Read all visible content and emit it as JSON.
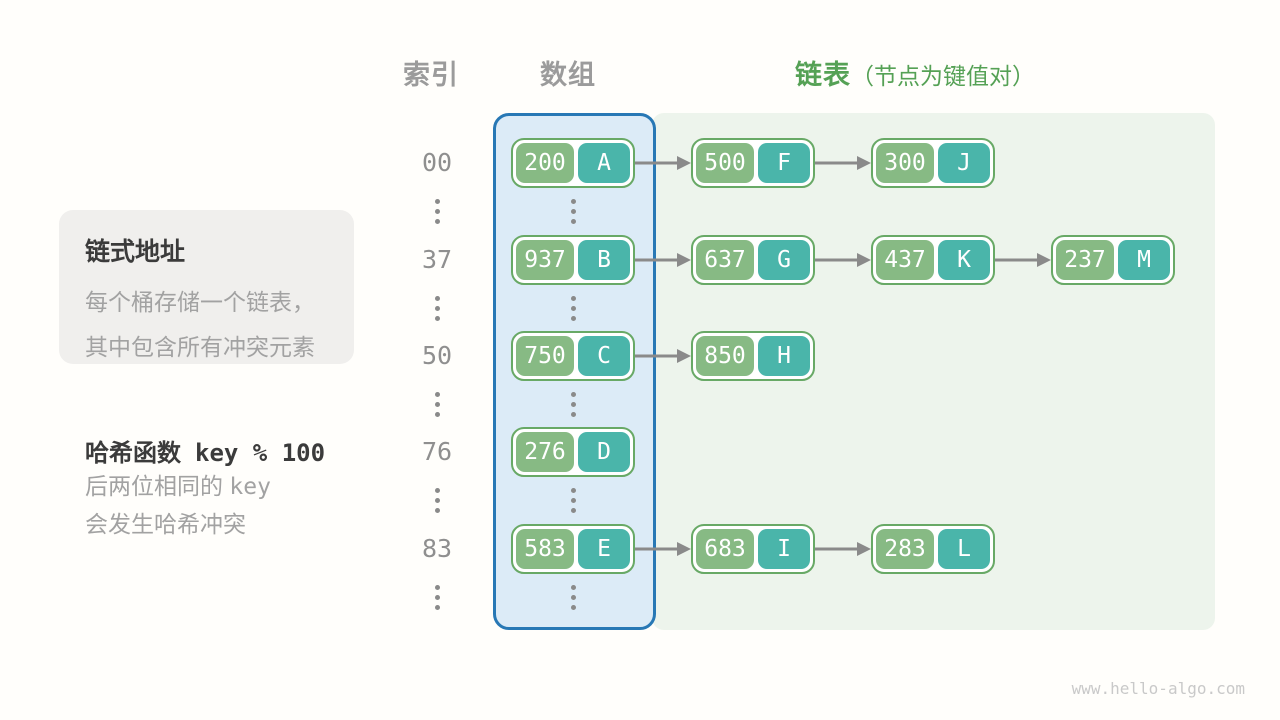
{
  "header": {
    "index_label": "索引",
    "array_label": "数组",
    "list_label": "链表",
    "list_note": "（节点为键值对）"
  },
  "info_box": {
    "title": "链式地址",
    "lines": [
      "每个桶存储一个链表，",
      "其中包含所有冲突元素"
    ]
  },
  "hash_note": {
    "title_text": "哈希函数",
    "title_code": "key % 100",
    "line1_text": "后两位相同的 ",
    "line1_code": "key",
    "line2": "会发生哈希冲突"
  },
  "rows": [
    {
      "index": "00",
      "nodes": [
        {
          "key": "200",
          "val": "A"
        },
        {
          "key": "500",
          "val": "F"
        },
        {
          "key": "300",
          "val": "J"
        }
      ]
    },
    {
      "index": "37",
      "nodes": [
        {
          "key": "937",
          "val": "B"
        },
        {
          "key": "637",
          "val": "G"
        },
        {
          "key": "437",
          "val": "K"
        },
        {
          "key": "237",
          "val": "M"
        }
      ]
    },
    {
      "index": "50",
      "nodes": [
        {
          "key": "750",
          "val": "C"
        },
        {
          "key": "850",
          "val": "H"
        }
      ]
    },
    {
      "index": "76",
      "nodes": [
        {
          "key": "276",
          "val": "D"
        }
      ]
    },
    {
      "index": "83",
      "nodes": [
        {
          "key": "583",
          "val": "E"
        },
        {
          "key": "683",
          "val": "I"
        },
        {
          "key": "283",
          "val": "L"
        }
      ]
    }
  ],
  "footer": "www.hello-algo.com",
  "colors": {
    "array_border": "#2878b5",
    "array_fill": "#dcebf7",
    "list_fill": "#edf4ec",
    "node_border": "#68a966",
    "key_fill": "#87ba84",
    "value_fill": "#4ab5aa",
    "arrow": "#8a8a8a",
    "header_gray": "#9b9b9b",
    "header_green": "#55a155",
    "text_dark": "#3b3b3b",
    "text_gray": "#a2a2a2",
    "index_gray": "#8f8f8f",
    "footer_gray": "#c9c9c9",
    "info_box_fill": "#f0efed"
  }
}
